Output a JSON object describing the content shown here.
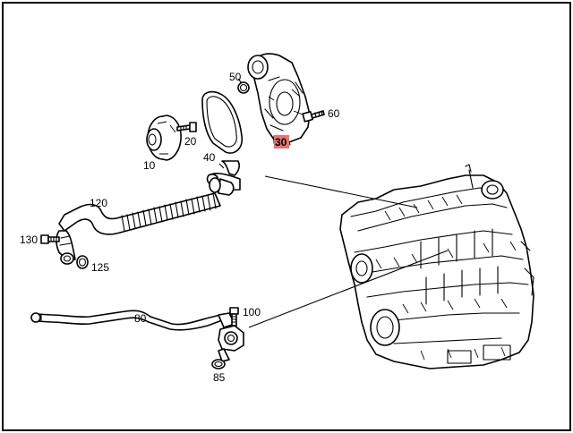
{
  "diagram": {
    "highlight_color": "#e9736f",
    "callouts": [
      {
        "id": "label-50",
        "text": "50"
      },
      {
        "id": "label-60",
        "text": "60"
      },
      {
        "id": "label-30",
        "text": "30",
        "highlighted": true
      },
      {
        "id": "label-20",
        "text": "20"
      },
      {
        "id": "label-10",
        "text": "10"
      },
      {
        "id": "label-40",
        "text": "40"
      },
      {
        "id": "label-120",
        "text": "120"
      },
      {
        "id": "label-130",
        "text": "130"
      },
      {
        "id": "label-125",
        "text": "125"
      },
      {
        "id": "label-80",
        "text": "80"
      },
      {
        "id": "label-100",
        "text": "100"
      },
      {
        "id": "label-85",
        "text": "85"
      }
    ]
  }
}
